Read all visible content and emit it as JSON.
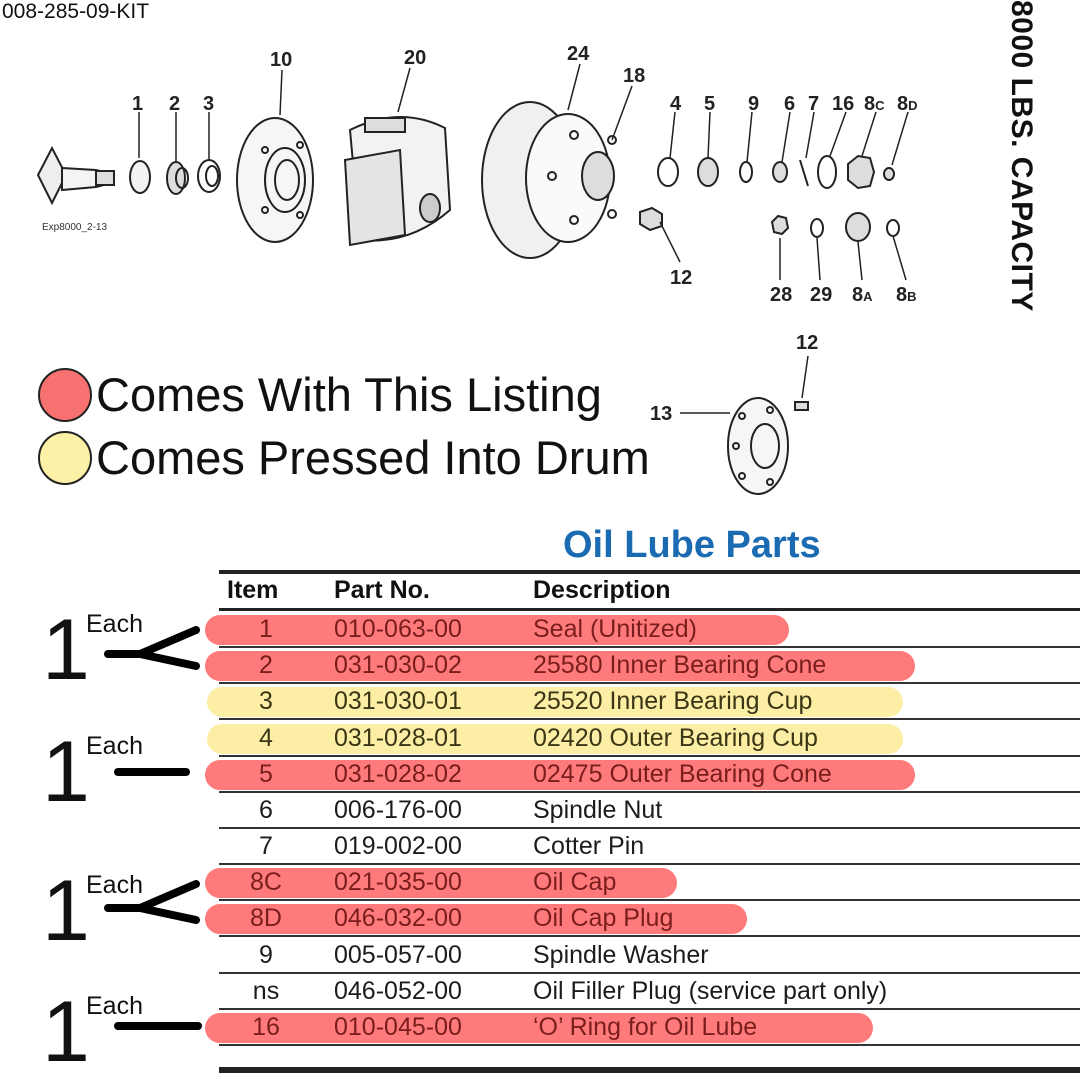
{
  "header": {
    "kit_code": "008-285-09-KIT",
    "capacity": "8000 LBS. CAPACITY"
  },
  "diagram": {
    "source_ref": "Exp8000_2-13",
    "callouts": {
      "c1": "1",
      "c2": "2",
      "c3": "3",
      "c10": "10",
      "c20": "20",
      "c24": "24",
      "c18": "18",
      "c4": "4",
      "c5": "5",
      "c9": "9",
      "c6": "6",
      "c7": "7",
      "c16": "16",
      "c8c": "8",
      "c8c_sub": "C",
      "c8d": "8",
      "c8d_sub": "D",
      "c12a": "12",
      "c28": "28",
      "c29": "29",
      "c8a": "8",
      "c8a_sub": "A",
      "c8b": "8",
      "c8b_sub": "B",
      "c12b": "12",
      "c13": "13"
    }
  },
  "legend": {
    "items": [
      {
        "color": "#f87171",
        "label": "Comes With This Listing"
      },
      {
        "color": "#fdf1a8",
        "label": "Comes Pressed Into Drum"
      }
    ]
  },
  "table": {
    "title": "Oil Lube Parts",
    "columns": [
      "Item",
      "Part No.",
      "Description"
    ],
    "rows": [
      {
        "item": "1",
        "part": "010-063-00",
        "desc": "Seal (Unitized)",
        "highlight": "red"
      },
      {
        "item": "2",
        "part": "031-030-02",
        "desc": "25580 Inner Bearing Cone",
        "highlight": "red"
      },
      {
        "item": "3",
        "part": "031-030-01",
        "desc": "25520 Inner Bearing Cup",
        "highlight": "yellow"
      },
      {
        "item": "4",
        "part": "031-028-01",
        "desc": "02420 Outer Bearing Cup",
        "highlight": "yellow"
      },
      {
        "item": "5",
        "part": "031-028-02",
        "desc": "02475 Outer Bearing Cone",
        "highlight": "red"
      },
      {
        "item": "6",
        "part": "006-176-00",
        "desc": "Spindle Nut",
        "highlight": "none"
      },
      {
        "item": "7",
        "part": "019-002-00",
        "desc": "Cotter Pin",
        "highlight": "none"
      },
      {
        "item": "8C",
        "part": "021-035-00",
        "desc": "Oil Cap",
        "highlight": "red"
      },
      {
        "item": "8D",
        "part": "046-032-00",
        "desc": "Oil Cap Plug",
        "highlight": "red"
      },
      {
        "item": "9",
        "part": "005-057-00",
        "desc": "Spindle Washer",
        "highlight": "none"
      },
      {
        "item": "ns",
        "part": "046-052-00",
        "desc": "Oil Filler Plug (service part only)",
        "highlight": "none"
      },
      {
        "item": "16",
        "part": "010-045-00",
        "desc": "‘O’ Ring for Oil Lube",
        "highlight": "red"
      }
    ]
  },
  "quantities": [
    {
      "number": "1",
      "label": "Each"
    },
    {
      "number": "1",
      "label": "Each"
    },
    {
      "number": "1",
      "label": "Each"
    },
    {
      "number": "1",
      "label": "Each"
    }
  ]
}
